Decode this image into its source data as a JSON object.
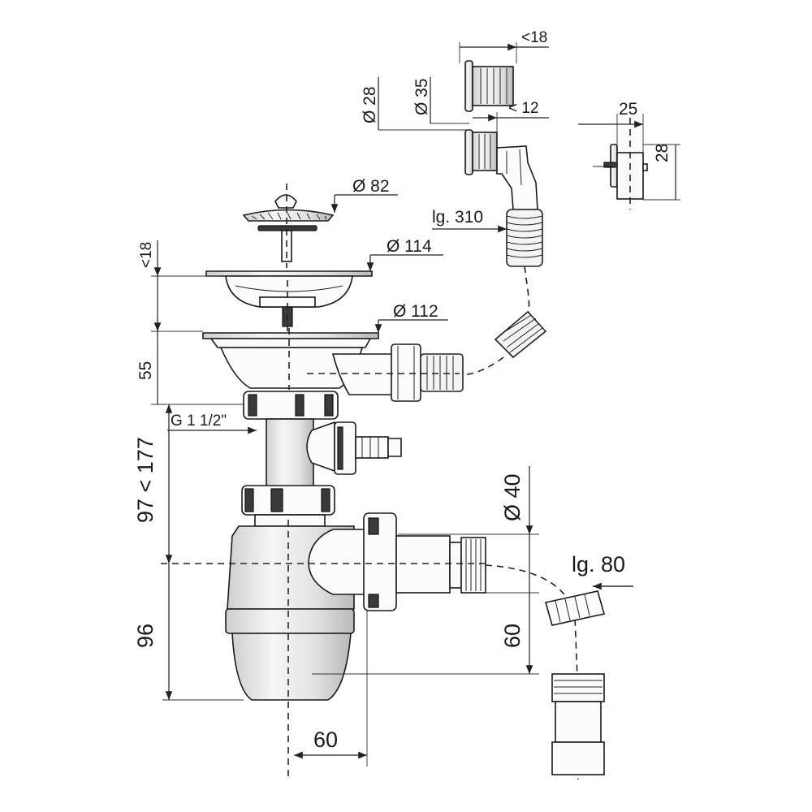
{
  "labels": {
    "d_28": "Ø 28",
    "d_35": "Ø 35",
    "lt_18_top": "<18",
    "lt_12": "< 12",
    "w_25": "25",
    "h_28": "28",
    "d_82": "Ø 82",
    "lg_310": "lg. 310",
    "d_114": "Ø 114",
    "lt_18_side": "<18",
    "d_112": "Ø 112",
    "h_55": "55",
    "thread": "G 1 1/2\"",
    "h_97_177": "97 < 177",
    "d_40": "Ø 40",
    "lg_80": "lg. 80",
    "h_96": "96",
    "h_60_right": "60",
    "w_60_bottom": "60"
  },
  "colors": {
    "line": "#1a1a1a",
    "fill": "#fbfbfb",
    "shade": "#d9d9d9",
    "background": "#ffffff"
  }
}
